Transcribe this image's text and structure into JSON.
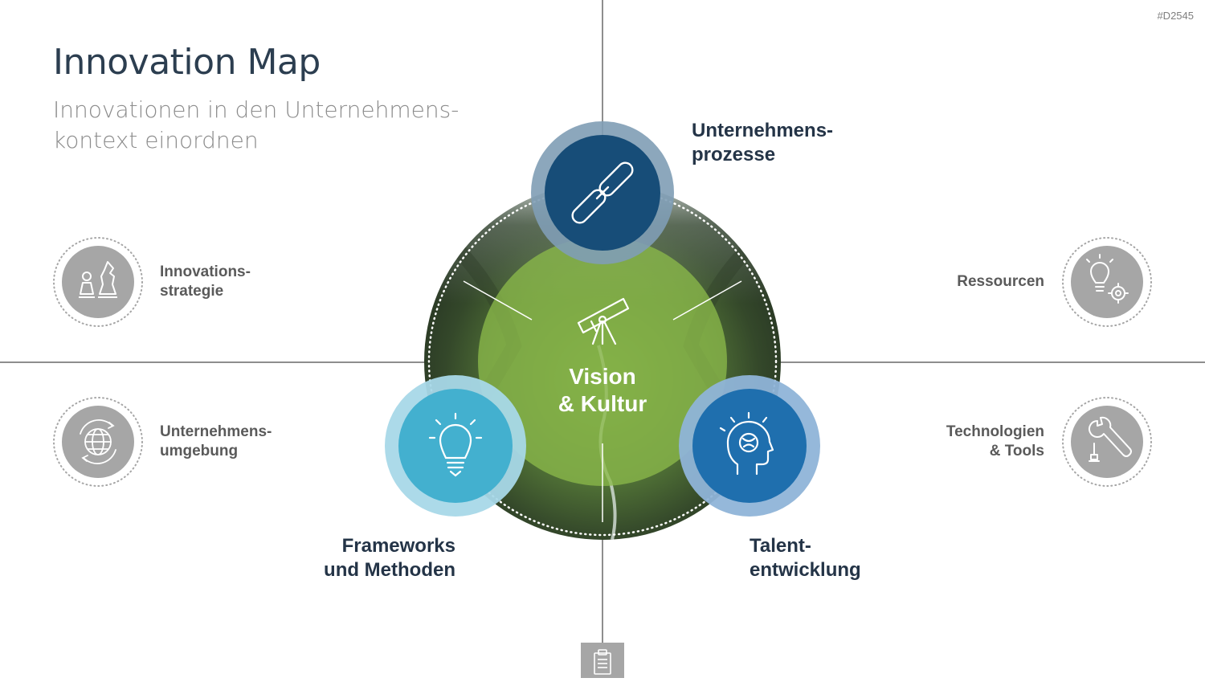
{
  "header": {
    "title": "Innovation Map",
    "subtitle_line1": "Innovationen in den Unternehmens-",
    "subtitle_line2": "kontext einordnen",
    "code": "#D2545"
  },
  "center": {
    "line1": "Vision",
    "line2": "& Kultur",
    "icon": "telescope-icon"
  },
  "pillars": {
    "prozesse": {
      "line1": "Unternehmens-",
      "line2": "prozesse",
      "color": "#174d78",
      "ring": "#7f9db5",
      "icon": "chain-link-icon"
    },
    "frameworks": {
      "line1": "Frameworks",
      "line2": "und Methoden",
      "color": "#43b0cf",
      "ring": "#a8d8e8",
      "icon": "lightbulb-icon"
    },
    "talent": {
      "line1": "Talent-",
      "line2": "entwicklung",
      "color": "#1f6fae",
      "ring": "#8fb4d8",
      "icon": "head-brain-icon"
    }
  },
  "side_items": {
    "strategie": {
      "line1": "Innovations-",
      "line2": "strategie",
      "icon": "chess-pieces-icon"
    },
    "umgebung": {
      "line1": "Unternehmens-",
      "line2": "umgebung",
      "icon": "globe-cycle-icon"
    },
    "ressourcen": {
      "line1": "Ressourcen",
      "icon": "bulb-gear-icon"
    },
    "tools": {
      "line1": "Technologien",
      "line2": "& Tools",
      "icon": "wrench-screwdriver-icon"
    }
  },
  "colors": {
    "grey_icon": "#a6a6a6",
    "landscape_green": "#8ab84a",
    "text_dark": "#243447"
  },
  "footer": {
    "icon": "clipboard-icon"
  }
}
